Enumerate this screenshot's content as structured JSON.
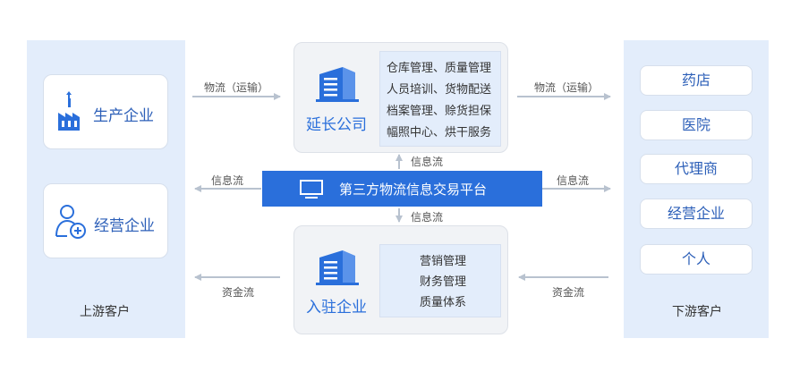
{
  "upstream": {
    "title": "上游客户",
    "items": [
      "生产企业",
      "经营企业"
    ]
  },
  "downstream": {
    "title": "下游客户",
    "items": [
      "药店",
      "医院",
      "代理商",
      "经营企业",
      "个人"
    ]
  },
  "yanchang": {
    "name": "延长公司",
    "services": [
      "仓库管理、质量管理",
      "人员培训、货物配送",
      "档案管理、赊货担保",
      "幅照中心、烘干服务"
    ]
  },
  "resident": {
    "name": "入驻企业",
    "services": [
      "营销管理",
      "财务管理",
      "质量体系"
    ]
  },
  "platform": {
    "name": "第三方物流信息交易平台"
  },
  "flows": {
    "logistics": "物流（运输）",
    "info": "信息流",
    "funds": "资金流"
  },
  "colors": {
    "primary": "#2a6fdb",
    "panel": "#e3edfb",
    "arrow": "#b8c2cf"
  }
}
